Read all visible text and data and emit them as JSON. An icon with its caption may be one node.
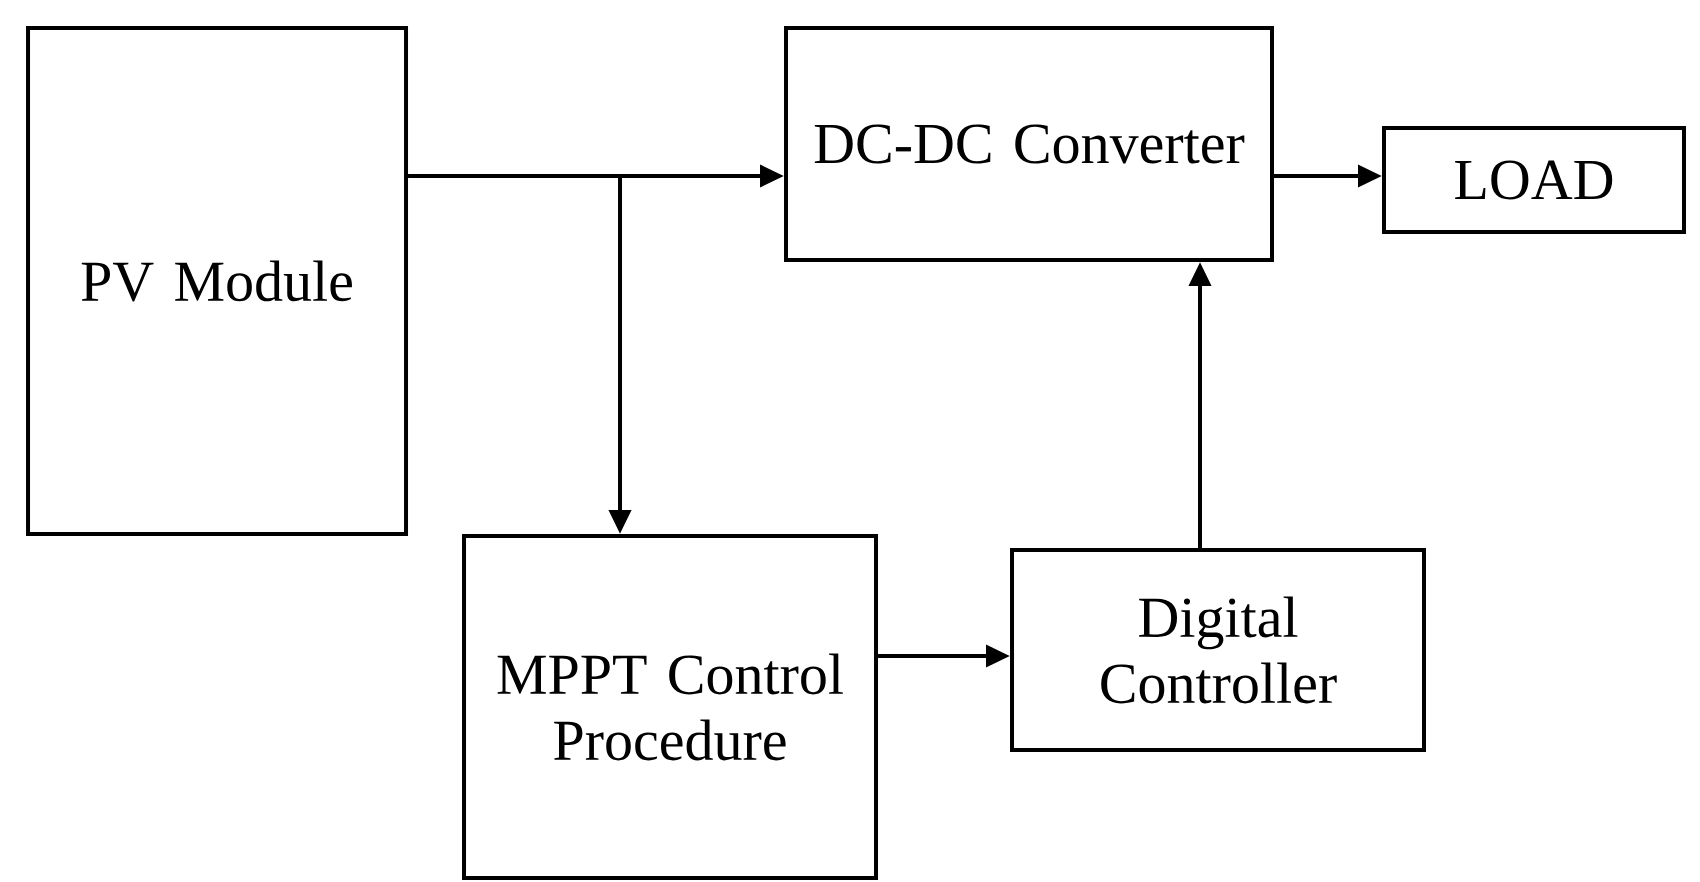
{
  "diagram": {
    "nodes": [
      {
        "text": [
          "PV Module"
        ]
      },
      {
        "text": [
          "DC-DC Converter"
        ]
      },
      {
        "text": [
          "LOAD"
        ]
      },
      {
        "text": [
          "MPPT Control Procedure"
        ]
      },
      {
        "text": [
          "Digital Controller"
        ]
      }
    ],
    "edges": [
      {
        "from": 0,
        "to": 1,
        "arrow": "to"
      },
      {
        "from": 0,
        "to": 3,
        "arrow": "to"
      },
      {
        "from": 1,
        "to": 2,
        "arrow": "to"
      },
      {
        "from": 3,
        "to": 4,
        "arrow": "to"
      },
      {
        "from": 4,
        "to": 1,
        "arrow": "to"
      }
    ]
  }
}
